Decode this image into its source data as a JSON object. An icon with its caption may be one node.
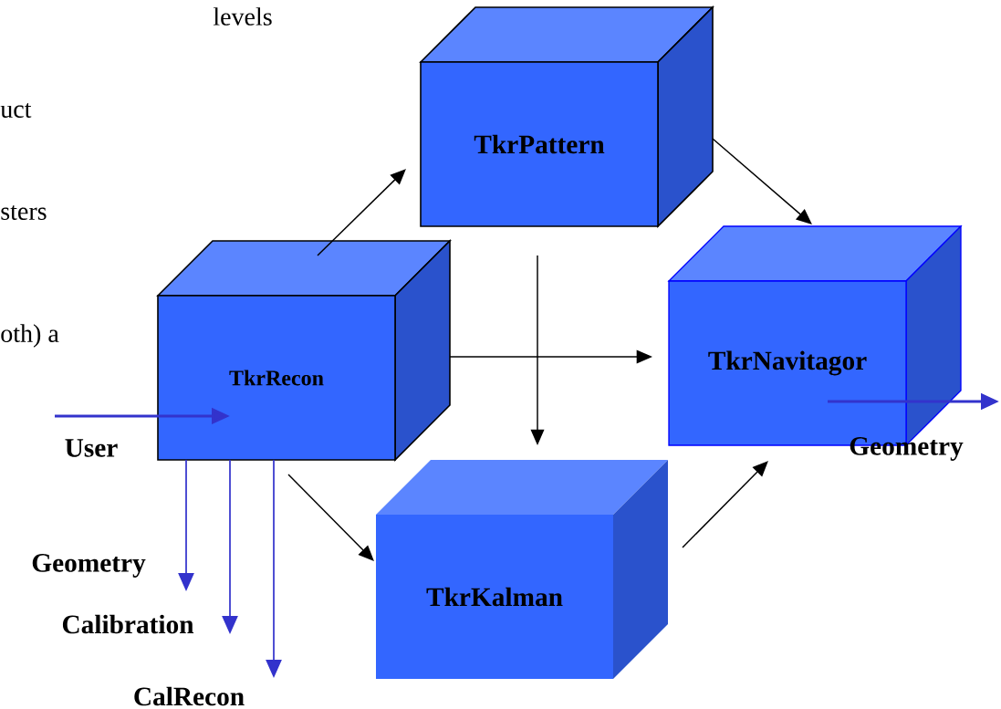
{
  "diagram": {
    "nodes": [
      {
        "text": [
          "TkrPattern"
        ]
      },
      {
        "text": [
          "TkrRecon"
        ]
      },
      {
        "text": [
          "TkrNavitagor"
        ]
      },
      {
        "text": [
          "TkrKalman"
        ]
      }
    ],
    "edges": [
      {
        "from": 1,
        "to": 0,
        "arrow": "to"
      },
      {
        "from": 0,
        "to": 2,
        "arrow": "to"
      },
      {
        "from": 1,
        "to": 2,
        "arrow": "to"
      },
      {
        "from": 0,
        "to": 3,
        "arrow": "to"
      },
      {
        "from": 1,
        "to": 3,
        "arrow": "to"
      },
      {
        "from": 3,
        "to": 2,
        "arrow": "to"
      },
      {
        "from": null,
        "to": 1,
        "arrow": "to",
        "style": "thick",
        "color": "#3333cc"
      },
      {
        "from": 1,
        "to": null,
        "arrow": "to",
        "color": "#3333cc"
      },
      {
        "from": 1,
        "to": null,
        "arrow": "to",
        "color": "#3333cc"
      },
      {
        "from": 1,
        "to": null,
        "arrow": "to",
        "color": "#3333cc"
      },
      {
        "from": 2,
        "to": null,
        "arrow": "to",
        "style": "thick",
        "color": "#3333cc"
      }
    ],
    "labels": [
      "levels",
      "uct",
      "sters",
      "oth) a",
      "User",
      "Geometry",
      "Geometry",
      "Calibration",
      "CalRecon"
    ]
  }
}
